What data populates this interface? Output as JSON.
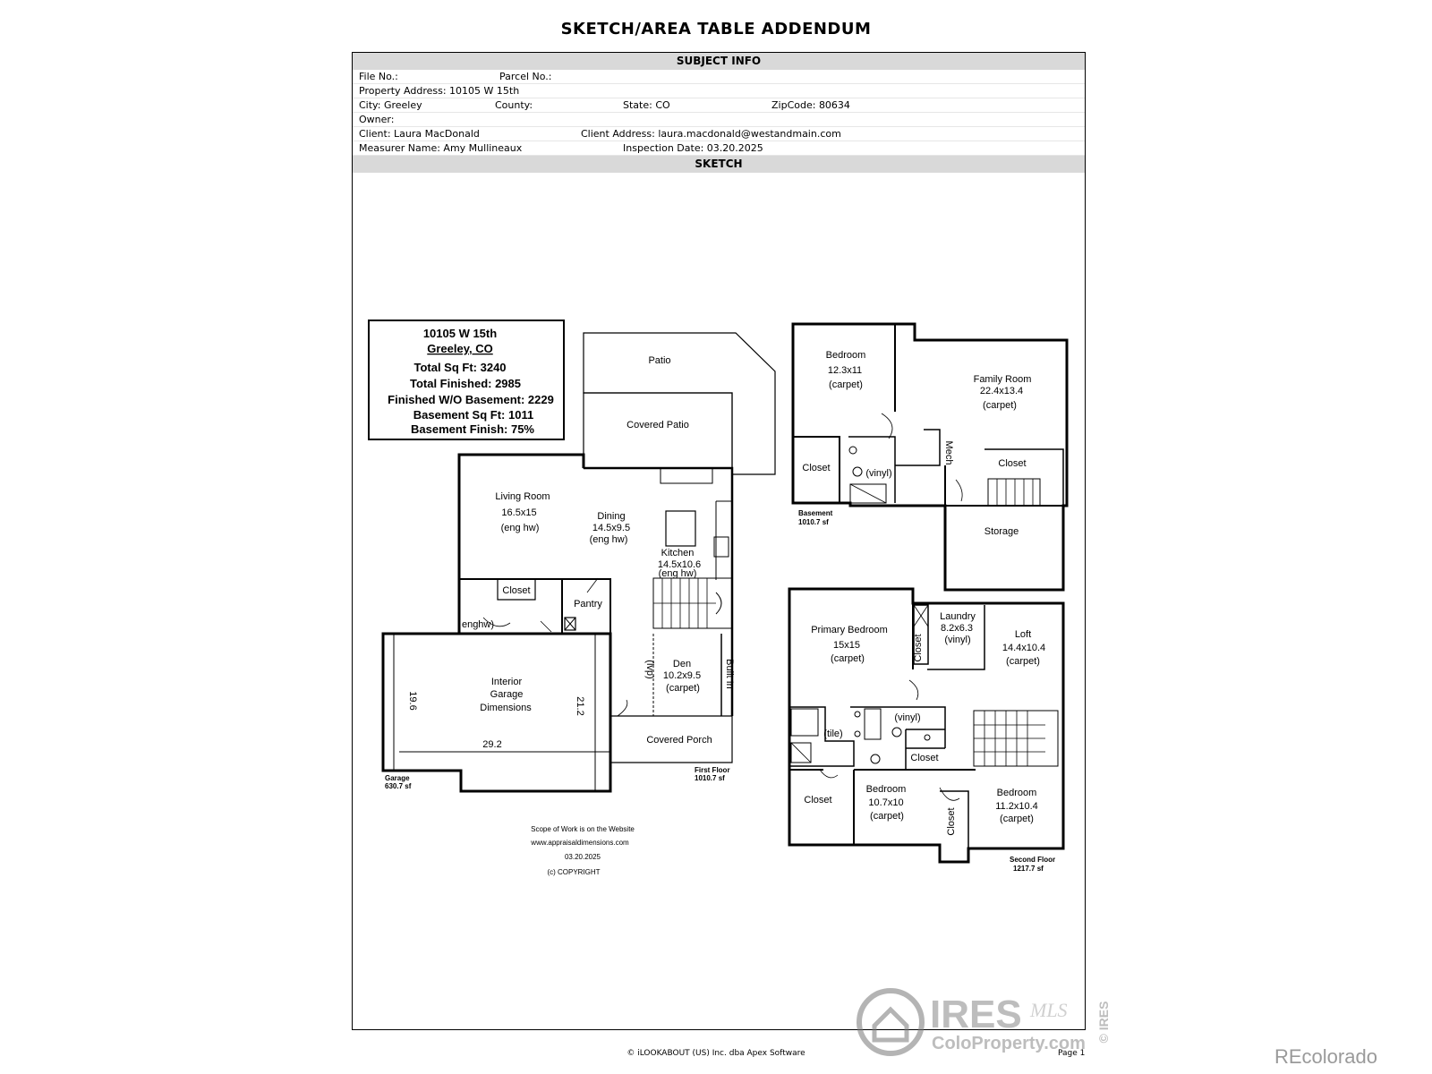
{
  "document": {
    "title": "SKETCH/AREA TABLE ADDENDUM",
    "subject_band": "SUBJECT INFO",
    "sketch_band": "SKETCH"
  },
  "subject": {
    "file_no": "File No.:",
    "parcel_no": "Parcel No.:",
    "property_address": "Property Address: 10105 W 15th",
    "city": "City: Greeley",
    "county": "County:",
    "state": "State: CO",
    "zipcode": "ZipCode: 80634",
    "owner": "Owner:",
    "client": "Client: Laura MacDonald",
    "client_address": "Client Address: laura.macdonald@westandmain.com",
    "measurer": "Measurer Name: Amy Mullineaux",
    "inspection_date": "Inspection Date: 03.20.2025"
  },
  "summary_box": {
    "address": "10105 W 15th",
    "city": "Greeley, CO",
    "total_sqft": "Total Sq Ft:  3240",
    "total_finished": "Total Finished:  2985",
    "finished_wo_basement": "Finished W/O Basement:  2229",
    "basement_sqft": "Basement Sq Ft:  1011",
    "basement_finish": "Basement Finish:  75%"
  },
  "first_floor": {
    "patio": "Patio",
    "covered_patio": "Covered Patio",
    "living_room": [
      "Living Room",
      "16.5x15",
      "(eng hw)"
    ],
    "dining": [
      "Dining",
      "14.5x9.5",
      "(eng hw)"
    ],
    "kitchen": [
      "Kitchen",
      "14.5x10.6",
      "(eng hw)"
    ],
    "closet": "Closet",
    "pantry": "Pantry",
    "enghw": "enghw)",
    "lvp": "(lvp)",
    "den": [
      "Den",
      "10.2x9.5",
      "(carpet)"
    ],
    "built_in": "Built In",
    "garage_interior": [
      "Interior",
      "Garage",
      "Dimensions"
    ],
    "garage_dim_left": "19.6",
    "garage_dim_right": "21.2",
    "garage_dim_width": "29.2",
    "covered_porch": "Covered Porch",
    "garage_label": [
      "Garage",
      "630.7 sf"
    ],
    "floor_label": [
      "First Floor",
      "1010.7 sf"
    ]
  },
  "basement": {
    "bedroom": [
      "Bedroom",
      "12.3x11",
      "(carpet)"
    ],
    "family_room": [
      "Family Room",
      "22.4x13.4",
      "(carpet)"
    ],
    "closet_left": "Closet",
    "vinyl": "(vinyl)",
    "mech": "Mech",
    "closet_right": "Closet",
    "storage": "Storage",
    "floor_label": [
      "Basement",
      "1010.7 sf"
    ]
  },
  "second_floor": {
    "primary_bedroom": [
      "Primary Bedroom",
      "15x15",
      "(carpet)"
    ],
    "closet_vertical": "Closet",
    "laundry": [
      "Laundry",
      "8.2x6.3",
      "(vinyl)"
    ],
    "loft": [
      "Loft",
      "14.4x10.4",
      "(carpet)"
    ],
    "vinyl": "(vinyl)",
    "tile": "(tile)",
    "closet_mid": "Closet",
    "closet_left": "Closet",
    "bedroom_mid": [
      "Bedroom",
      "10.7x10",
      "(carpet)"
    ],
    "closet_vertical_2": "Closet",
    "bedroom_right": [
      "Bedroom",
      "11.2x10.4",
      "(carpet)"
    ],
    "floor_label": [
      "Second Floor",
      "1217.7 sf"
    ]
  },
  "notes": [
    "Scope of Work is on the Website",
    "www.appraisaldimensions.com",
    "03.20.2025",
    "(c) COPYRIGHT"
  ],
  "footer": {
    "copyright": "© iLOOKABOUT (US) Inc. dba Apex Software",
    "page": "Page 1",
    "recolorado": "REcolorado",
    "ires": "IRES",
    "ires_mls": "MLS",
    "coloproperty": "ColoProperty.com",
    "ires_vertical": "© IRES"
  }
}
